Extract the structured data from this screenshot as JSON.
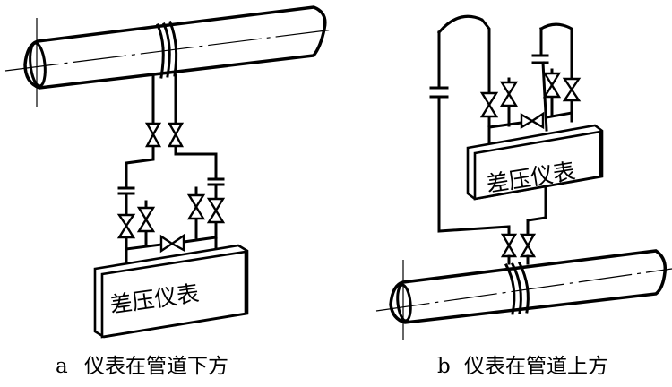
{
  "figure": {
    "diagram_a": {
      "instrument_label": "差压仪表",
      "caption_letter": "a",
      "caption_text": "仪表在管道下方"
    },
    "diagram_b": {
      "instrument_label": "差压仪表",
      "caption_letter": "b",
      "caption_text": "仪表在管道上方"
    }
  }
}
